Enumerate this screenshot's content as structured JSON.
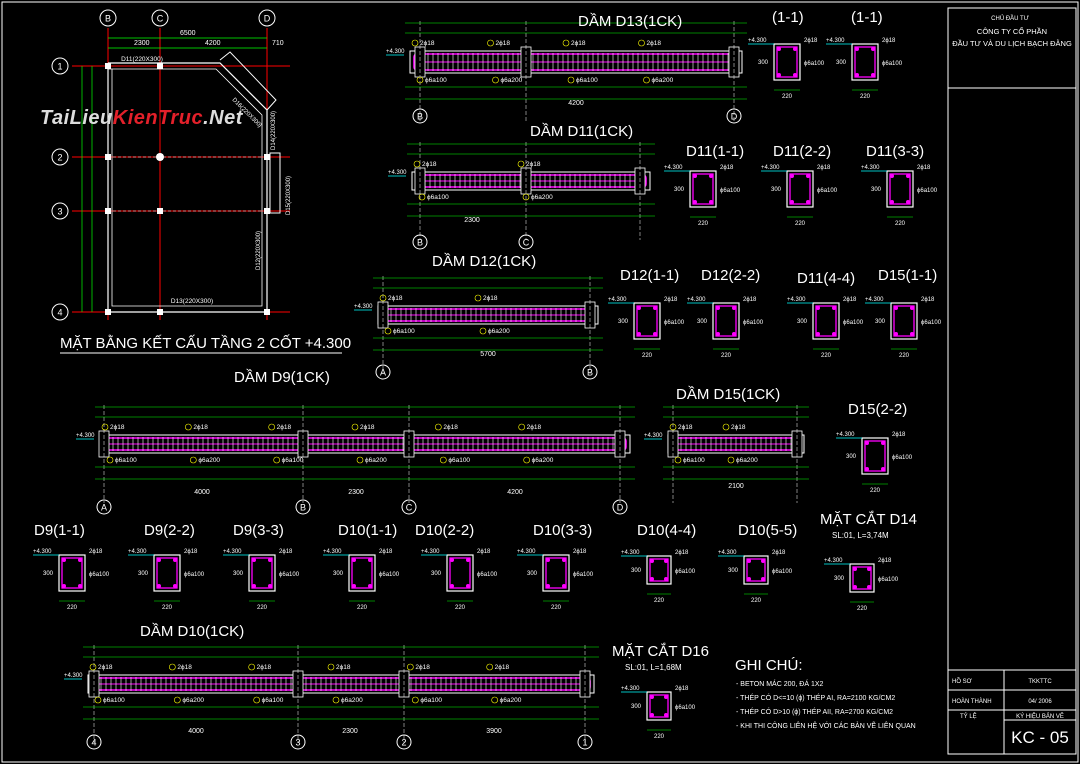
{
  "title_block": {
    "client_label": "CHỦ ĐẦU TƯ",
    "client_line1": "CÔNG TY CỔ PHẦN",
    "client_line2": "ĐẦU TƯ VÀ DU LỊCH BẠCH ĐẰNG",
    "row1_left": "HỒ SƠ",
    "row1_right": "TKKTTC",
    "row2_left": "HOÀN THÀNH",
    "row2_right": "04/ 2006",
    "row3_left": "TỶ LỆ",
    "row3_right": "KÝ HIỆU BẢN VẼ",
    "sheet_no": "KC - 05"
  },
  "watermark": {
    "brand_a": "TaiLieu",
    "brand_b": "KienTruc",
    "brand_c": ".Net"
  },
  "plan": {
    "title": "MẶT BẰNG KẾT CẤU TẦNG 2 CỐT +4.300",
    "axes_letters": [
      "B",
      "C",
      "D"
    ],
    "axes_numbers": [
      "1",
      "2",
      "3",
      "4"
    ],
    "beam_d11": "D11(220X300)",
    "beam_d13": "D13(220X300)",
    "beam_d12": "D12(220X300)",
    "beam_d14": "D14(220X300)",
    "beam_d15": "D15(220X300)",
    "beam_d16": "D16(220X300)",
    "dims_top": [
      "2300",
      "4200",
      "6500",
      "710"
    ]
  },
  "beams": {
    "d13": {
      "title": "DẦM D13(1CK)",
      "axes": [
        "B",
        "D"
      ],
      "span": "4200",
      "stirrup": "ϕ6a100",
      "stirrup2": "ϕ6a200",
      "bar": "2ϕ18"
    },
    "d11": {
      "title": "DẦM D11(1CK)",
      "axes": [
        "B",
        "C"
      ],
      "span": "2300"
    },
    "d12": {
      "title": "DẦM D12(1CK)",
      "axes": [
        "A",
        "B"
      ],
      "span": "5700"
    },
    "d9": {
      "title": "DẦM D9(1CK)",
      "axes": [
        "A",
        "B",
        "C",
        "D"
      ],
      "spans": [
        "4000",
        "2300",
        "4200"
      ]
    },
    "d15": {
      "title": "DẦM D15(1CK)",
      "span": "2100"
    },
    "d10": {
      "title": "DẦM D10(1CK)",
      "axes": [
        "4",
        "3",
        "2",
        "1"
      ],
      "spans": [
        "4000",
        "2300",
        "3900"
      ]
    }
  },
  "sections": {
    "s1": "(1-1)",
    "s2": "(1-1)",
    "d11_1": "D11(1-1)",
    "d11_2": "D11(2-2)",
    "d11_3": "D11(3-3)",
    "d12_1": "D12(1-1)",
    "d12_2": "D12(2-2)",
    "d11_4": "D11(4-4)",
    "d15_1": "D15(1-1)",
    "d15_2": "D15(2-2)",
    "d9_1": "D9(1-1)",
    "d9_2": "D9(2-2)",
    "d9_3": "D9(3-3)",
    "d10_1": "D10(1-1)",
    "d10_2": "D10(2-2)",
    "d10_3": "D10(3-3)",
    "d10_4": "D10(4-4)",
    "d10_5": "D10(5-5)",
    "d14_title": "MẶT CẮT D14",
    "d14_sub": "SL:01, L=3,74M",
    "d16_title": "MẶT CẮT D16",
    "d16_sub": "SL:01, L=1,68M",
    "elev": "+4.300",
    "dim_w": "220",
    "dim_h": "300"
  },
  "notes": {
    "title": "GHI CHÚ:",
    "items": [
      "- BETON MÁC 200, ĐÁ 1X2",
      "- THÉP CÓ D<=10 (ϕ) THÉP AI, RA=2100 KG/CM2",
      "- THÉP CÓ D>10 (ϕ) THÉP AII, RA=2700 KG/CM2",
      "- KHI THI CÔNG LIÊN HỆ VỚI CÁC BẢN VẼ LIÊN QUAN"
    ]
  },
  "colors": {
    "green": "#00ff00",
    "magenta": "#ff00ff",
    "yellow": "#ffff00",
    "red": "#ff0000",
    "white": "#ffffff",
    "cyan": "#00ffff"
  }
}
